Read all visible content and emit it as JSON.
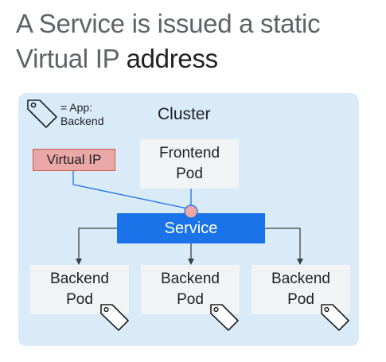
{
  "title": {
    "line1": "A Service is issued a static",
    "line2_light": "Virtual IP ",
    "line2_dark": "address"
  },
  "legend": {
    "line1": "= App:",
    "line2": "Backend"
  },
  "cluster": {
    "label": "Cluster"
  },
  "virtual_ip": {
    "label": "Virtual IP"
  },
  "frontend_pod": {
    "label": "Frontend\nPod"
  },
  "service": {
    "label": "Service"
  },
  "backend_pods": [
    {
      "label": "Backend\nPod"
    },
    {
      "label": "Backend\nPod"
    },
    {
      "label": "Backend\nPod"
    }
  ],
  "icons": {
    "legend_tag": "tag-icon",
    "pod_tag": "tag-icon"
  },
  "colors": {
    "cluster_bg": "#d9eaf8",
    "service": "#1a73e8",
    "virtual_ip_fill": "#e9a8a6",
    "virtual_ip_border": "#d05a52",
    "pod_bg": "#f1f3f4",
    "connector_endpoint": "#f0a7a3"
  }
}
